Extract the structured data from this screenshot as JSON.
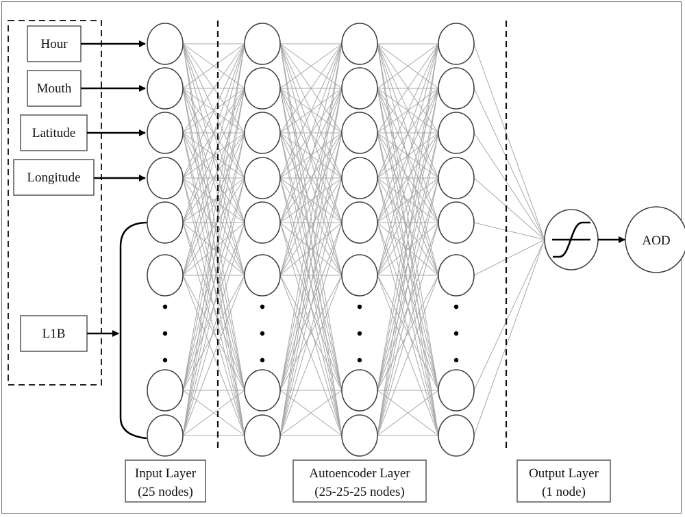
{
  "inputs": [
    {
      "id": "hour",
      "label": "Hour"
    },
    {
      "id": "month",
      "label": "Mouth"
    },
    {
      "id": "latitude",
      "label": "Latitude"
    },
    {
      "id": "longitude",
      "label": "Longitude"
    },
    {
      "id": "l1b",
      "label": "L1B"
    }
  ],
  "layers": [
    {
      "name": "input-layer",
      "visible_nodes": 8,
      "has_ellipsis": true
    },
    {
      "name": "autoencoder-layer-1",
      "visible_nodes": 8,
      "has_ellipsis": true
    },
    {
      "name": "autoencoder-layer-2",
      "visible_nodes": 8,
      "has_ellipsis": true
    },
    {
      "name": "autoencoder-layer-3",
      "visible_nodes": 8,
      "has_ellipsis": true
    }
  ],
  "output": {
    "activation": "sigmoid",
    "label": "AOD"
  },
  "captions": {
    "input": {
      "line1": "Input Layer",
      "line2": "(25 nodes)"
    },
    "autoencoder": {
      "line1": "Autoencoder Layer",
      "line2": "(25-25-25 nodes)"
    },
    "output": {
      "line1": "Output Layer",
      "line2": "(1 node)"
    }
  },
  "colors": {
    "node_stroke": "#404040",
    "edge": "#a8a8a8",
    "arrow": "#000000",
    "box_stroke": "#555555"
  }
}
